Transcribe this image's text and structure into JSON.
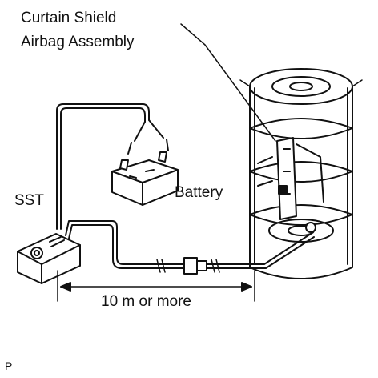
{
  "labels": {
    "curtain_shield_line1": "Curtain Shield",
    "curtain_shield_line2": "Airbag Assembly",
    "sst": "SST",
    "battery": "Battery",
    "distance": "10 m or more",
    "figure_code": "P"
  }
}
